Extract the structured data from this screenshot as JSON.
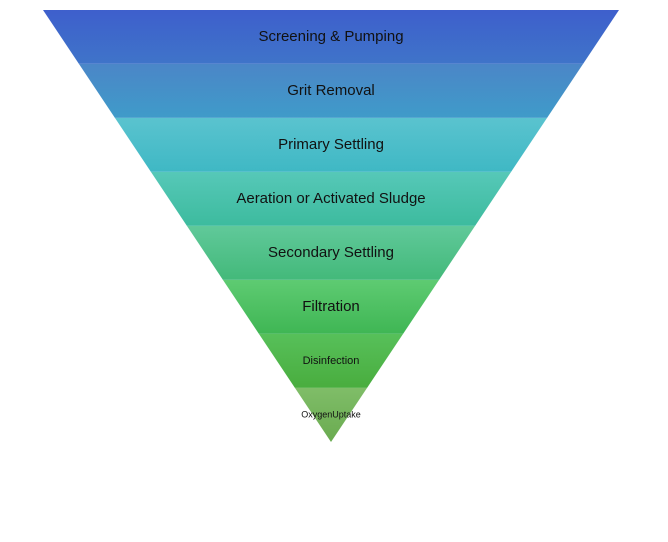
{
  "funnel": {
    "stages": [
      {
        "label": "Screening & Pumping",
        "color_top": "#3e5fcc",
        "color_bottom": "#3f74c9"
      },
      {
        "label": "Grit Removal",
        "color_top": "#4b86c8",
        "color_bottom": "#3f9bc9"
      },
      {
        "label": "Primary Settling",
        "color_top": "#5ac3cf",
        "color_bottom": "#3fb8c4"
      },
      {
        "label": "Aeration or Activated Sludge",
        "color_top": "#56c8b8",
        "color_bottom": "#3dbb9e"
      },
      {
        "label": "Secondary Settling",
        "color_top": "#60c99a",
        "color_bottom": "#43b97a"
      },
      {
        "label": "Filtration",
        "color_top": "#5ecb72",
        "color_bottom": "#3fb654"
      },
      {
        "label": "Disinfection",
        "color_top": "#57c05a",
        "color_bottom": "#49ad3e"
      },
      {
        "label": "OxygenUptake",
        "color_top": "#7fbd68",
        "color_bottom": "#6aab50"
      }
    ]
  }
}
